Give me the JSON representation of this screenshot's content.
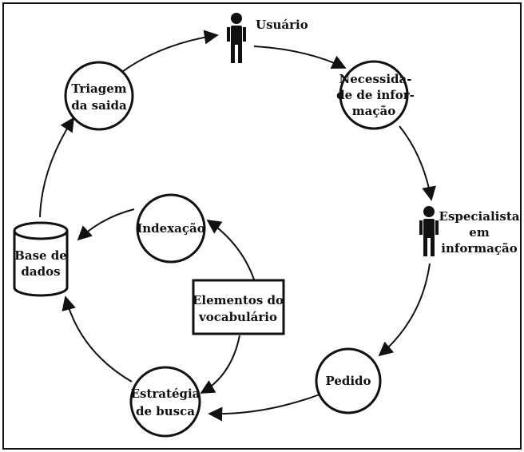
{
  "nodes": {
    "usuario": "Usuário",
    "necessidade": [
      "Necessida-",
      "de de infor-",
      "mação"
    ],
    "especialista": [
      "Especialista",
      "em",
      "informação"
    ],
    "pedido": "Pedido",
    "estrategia": [
      "Estratégia",
      "de busca"
    ],
    "base": [
      "Base de",
      "dados"
    ],
    "triagem": [
      "Triagem",
      "da saida"
    ],
    "indexacao": "Indexação",
    "elementos": [
      "Elementos do",
      "vocabulário"
    ]
  },
  "colors": {
    "ink": "#111111",
    "background": "#ffffff"
  },
  "icons": {
    "user": "person-icon",
    "specialist": "person-icon"
  }
}
